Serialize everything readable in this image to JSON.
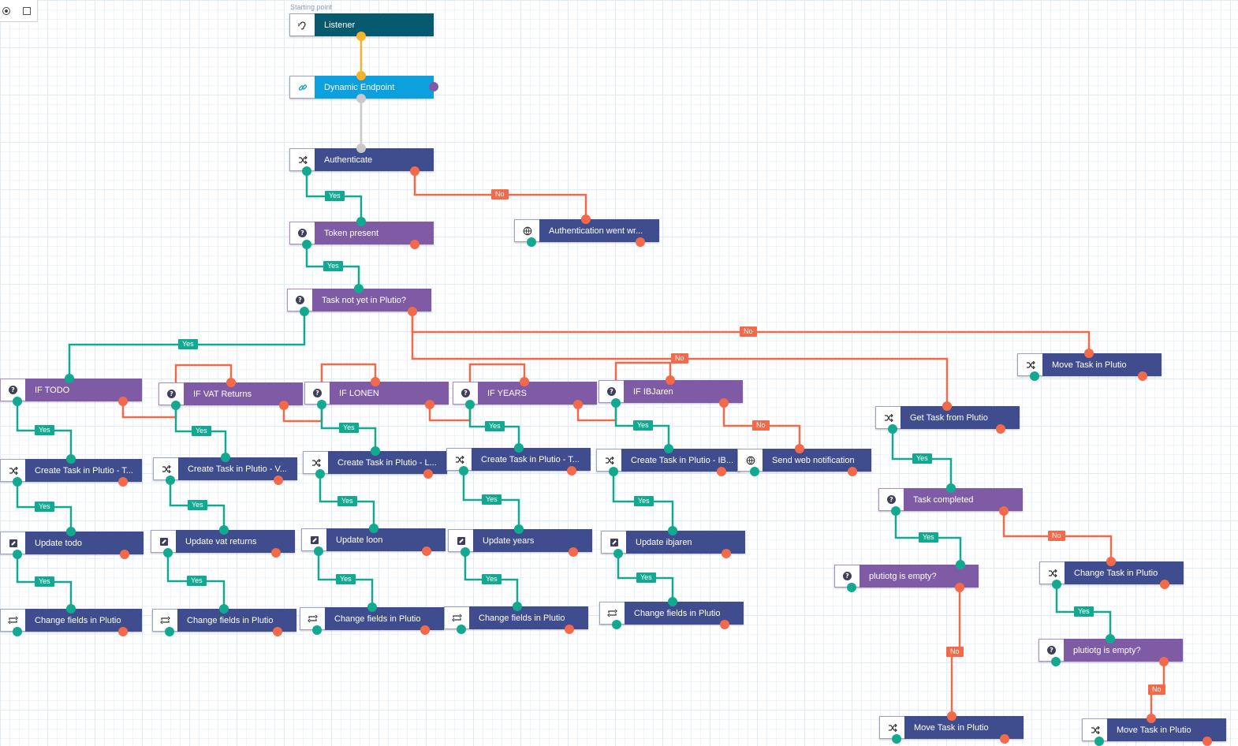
{
  "caption": "Starting point",
  "toolbar": [
    {
      "id": "target",
      "icon": "target-icon"
    },
    {
      "id": "square",
      "icon": "square-icon"
    }
  ],
  "colors": {
    "yes_wire": "#12a990",
    "no_wire": "#f26a4a",
    "start_wire": "#f5b22c",
    "neutral_wire": "#c9c9c9"
  },
  "nodes": [
    {
      "id": "listener",
      "label": "Listener",
      "kind": "listener",
      "icon": "ear-icon"
    },
    {
      "id": "endpoint",
      "label": "Dynamic Endpoint",
      "kind": "endpoint",
      "icon": "link-icon"
    },
    {
      "id": "auth",
      "label": "Authenticate",
      "kind": "action",
      "icon": "shuffle-icon"
    },
    {
      "id": "token",
      "label": "Token present",
      "kind": "cond",
      "icon": "question-icon"
    },
    {
      "id": "autherr",
      "label": "Authentication went wr...",
      "kind": "action",
      "icon": "globe-icon"
    },
    {
      "id": "notyet",
      "label": "Task not yet in Plutio?",
      "kind": "cond",
      "icon": "question-icon"
    },
    {
      "id": "movetask1",
      "label": "Move Task in Plutio",
      "kind": "action",
      "icon": "shuffle-icon"
    },
    {
      "id": "iftodo",
      "label": "IF TODO",
      "kind": "cond",
      "icon": "question-icon"
    },
    {
      "id": "ifvat",
      "label": "IF VAT Returns",
      "kind": "cond",
      "icon": "question-icon"
    },
    {
      "id": "iflonen",
      "label": "IF LONEN",
      "kind": "cond",
      "icon": "question-icon"
    },
    {
      "id": "ifyears",
      "label": "IF YEARS",
      "kind": "cond",
      "icon": "question-icon"
    },
    {
      "id": "ifibjaren",
      "label": "IF IBJaren",
      "kind": "cond",
      "icon": "question-icon"
    },
    {
      "id": "gettask",
      "label": "Get Task from Plutio",
      "kind": "action",
      "icon": "shuffle-icon"
    },
    {
      "id": "ct_todo",
      "label": "Create Task in Plutio - T...",
      "kind": "action",
      "icon": "shuffle-icon"
    },
    {
      "id": "ct_vat",
      "label": "Create Task in Plutio - V...",
      "kind": "action",
      "icon": "shuffle-icon"
    },
    {
      "id": "ct_lonen",
      "label": "Create Task in Plutio - L...",
      "kind": "action",
      "icon": "shuffle-icon"
    },
    {
      "id": "ct_years",
      "label": "Create Task in Plutio - T...",
      "kind": "action",
      "icon": "shuffle-icon"
    },
    {
      "id": "ct_ib",
      "label": "Create Task in Plutio - IB...",
      "kind": "action",
      "icon": "shuffle-icon"
    },
    {
      "id": "webnotif",
      "label": "Send web notification",
      "kind": "action",
      "icon": "globe-icon"
    },
    {
      "id": "taskcompleted",
      "label": "Task completed",
      "kind": "cond",
      "icon": "question-icon"
    },
    {
      "id": "upd_todo",
      "label": "Update todo",
      "kind": "action",
      "icon": "edit-icon"
    },
    {
      "id": "upd_vat",
      "label": "Update vat returns",
      "kind": "action",
      "icon": "edit-icon"
    },
    {
      "id": "upd_loon",
      "label": "Update loon",
      "kind": "action",
      "icon": "edit-icon"
    },
    {
      "id": "upd_years",
      "label": "Update years",
      "kind": "action",
      "icon": "edit-icon"
    },
    {
      "id": "upd_ib",
      "label": "Update ibjaren",
      "kind": "action",
      "icon": "edit-icon"
    },
    {
      "id": "empty1",
      "label": "plutiotg is empty?",
      "kind": "cond",
      "icon": "question-icon"
    },
    {
      "id": "changetask",
      "label": "Change Task in Plutio",
      "kind": "action",
      "icon": "shuffle-icon"
    },
    {
      "id": "cf_todo",
      "label": "Change fields in Plutio",
      "kind": "action",
      "icon": "repeat-icon"
    },
    {
      "id": "cf_vat",
      "label": "Change fields in Plutio",
      "kind": "action",
      "icon": "repeat-icon"
    },
    {
      "id": "cf_loon",
      "label": "Change fields in Plutio",
      "kind": "action",
      "icon": "repeat-icon"
    },
    {
      "id": "cf_years",
      "label": "Change fields in Plutio",
      "kind": "action",
      "icon": "repeat-icon"
    },
    {
      "id": "cf_ib",
      "label": "Change fields in Plutio",
      "kind": "action",
      "icon": "repeat-icon"
    },
    {
      "id": "empty2",
      "label": "plutiotg is empty?",
      "kind": "cond",
      "icon": "question-icon"
    },
    {
      "id": "movetask2",
      "label": "Move Task in Plutio",
      "kind": "action",
      "icon": "shuffle-icon"
    },
    {
      "id": "movetask3",
      "label": "Move Task in Plutio",
      "kind": "action",
      "icon": "shuffle-icon"
    }
  ],
  "edges": [
    {
      "from": "listener",
      "to": "endpoint",
      "kind": "start",
      "label": ""
    },
    {
      "from": "endpoint",
      "to": "auth",
      "kind": "neutral",
      "label": ""
    },
    {
      "from": "auth",
      "to": "token",
      "kind": "yes",
      "label": "Yes"
    },
    {
      "from": "auth",
      "to": "autherr",
      "kind": "no",
      "label": "No"
    },
    {
      "from": "token",
      "to": "notyet",
      "kind": "yes",
      "label": "Yes"
    },
    {
      "from": "notyet",
      "to": "iftodo",
      "kind": "yes",
      "label": "Yes"
    },
    {
      "from": "notyet",
      "to": "movetask1",
      "kind": "no",
      "label": "No"
    },
    {
      "from": "notyet",
      "to": "gettask",
      "kind": "no",
      "label": "No"
    },
    {
      "from": "iftodo",
      "to": "ct_todo",
      "kind": "yes",
      "label": "Yes"
    },
    {
      "from": "iftodo",
      "to": "ifvat",
      "kind": "no",
      "label": ""
    },
    {
      "from": "ifvat",
      "to": "ct_vat",
      "kind": "yes",
      "label": "Yes"
    },
    {
      "from": "ifvat",
      "to": "iflonen",
      "kind": "no",
      "label": ""
    },
    {
      "from": "iflonen",
      "to": "ct_lonen",
      "kind": "yes",
      "label": "Yes"
    },
    {
      "from": "iflonen",
      "to": "ifyears",
      "kind": "no",
      "label": ""
    },
    {
      "from": "ifyears",
      "to": "ct_years",
      "kind": "yes",
      "label": "Yes"
    },
    {
      "from": "ifyears",
      "to": "ifibjaren",
      "kind": "no",
      "label": ""
    },
    {
      "from": "ifibjaren",
      "to": "ct_ib",
      "kind": "yes",
      "label": "Yes"
    },
    {
      "from": "ifibjaren",
      "to": "webnotif",
      "kind": "no",
      "label": "No"
    },
    {
      "from": "ct_todo",
      "to": "upd_todo",
      "kind": "yes",
      "label": "Yes"
    },
    {
      "from": "ct_vat",
      "to": "upd_vat",
      "kind": "yes",
      "label": "Yes"
    },
    {
      "from": "ct_lonen",
      "to": "upd_loon",
      "kind": "yes",
      "label": "Yes"
    },
    {
      "from": "ct_years",
      "to": "upd_years",
      "kind": "yes",
      "label": "Yes"
    },
    {
      "from": "ct_ib",
      "to": "upd_ib",
      "kind": "yes",
      "label": "Yes"
    },
    {
      "from": "upd_todo",
      "to": "cf_todo",
      "kind": "yes",
      "label": "Yes"
    },
    {
      "from": "upd_vat",
      "to": "cf_vat",
      "kind": "yes",
      "label": "Yes"
    },
    {
      "from": "upd_loon",
      "to": "cf_loon",
      "kind": "yes",
      "label": "Yes"
    },
    {
      "from": "upd_years",
      "to": "cf_years",
      "kind": "yes",
      "label": "Yes"
    },
    {
      "from": "upd_ib",
      "to": "cf_ib",
      "kind": "yes",
      "label": "Yes"
    },
    {
      "from": "gettask",
      "to": "taskcompleted",
      "kind": "yes",
      "label": "Yes"
    },
    {
      "from": "taskcompleted",
      "to": "empty1",
      "kind": "yes",
      "label": "Yes"
    },
    {
      "from": "taskcompleted",
      "to": "changetask",
      "kind": "no",
      "label": "No"
    },
    {
      "from": "empty1",
      "to": "movetask2",
      "kind": "no",
      "label": "No"
    },
    {
      "from": "changetask",
      "to": "empty2",
      "kind": "yes",
      "label": "Yes"
    },
    {
      "from": "empty2",
      "to": "movetask3",
      "kind": "no",
      "label": "No"
    }
  ]
}
